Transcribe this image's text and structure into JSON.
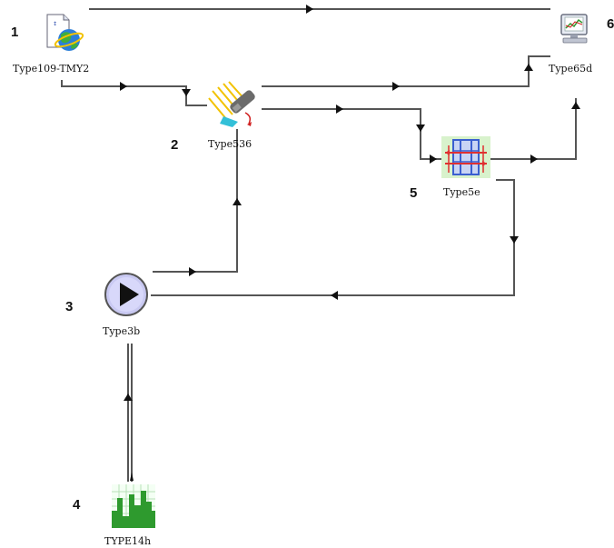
{
  "components": [
    {
      "id": "type109",
      "number": "1",
      "label": "Type109-TMY2",
      "icon": "weather-data-reader-icon"
    },
    {
      "id": "type536",
      "number": "2",
      "label": "Type536",
      "icon": "solar-collector-icon"
    },
    {
      "id": "type3b",
      "number": "3",
      "label": "Type3b",
      "icon": "pump-icon"
    },
    {
      "id": "type14h",
      "number": "4",
      "label": "TYPE14h",
      "icon": "forcing-function-icon"
    },
    {
      "id": "type5e",
      "number": "5",
      "label": "Type5e",
      "icon": "heat-exchanger-icon"
    },
    {
      "id": "type65d",
      "number": "6",
      "label": "Type65d",
      "icon": "online-plotter-icon"
    }
  ],
  "connections": [
    {
      "from": "Type109-TMY2",
      "to": "Type65d"
    },
    {
      "from": "Type109-TMY2",
      "to": "Type536"
    },
    {
      "from": "Type536",
      "to": "Type65d"
    },
    {
      "from": "Type536",
      "to": "Type5e"
    },
    {
      "from": "Type5e",
      "to": "Type65d"
    },
    {
      "from": "Type5e",
      "to": "Type3b"
    },
    {
      "from": "Type3b",
      "to": "Type536"
    },
    {
      "from": "TYPE14h",
      "to": "Type3b"
    }
  ],
  "colors": {
    "wire": "#555555",
    "pump": "#c9c9f2",
    "forcing_bars": "#2e9a2e",
    "sun_rays": "#f2c200",
    "hx_tube": "#e03030",
    "hx_frame": "#3a5fd0"
  }
}
